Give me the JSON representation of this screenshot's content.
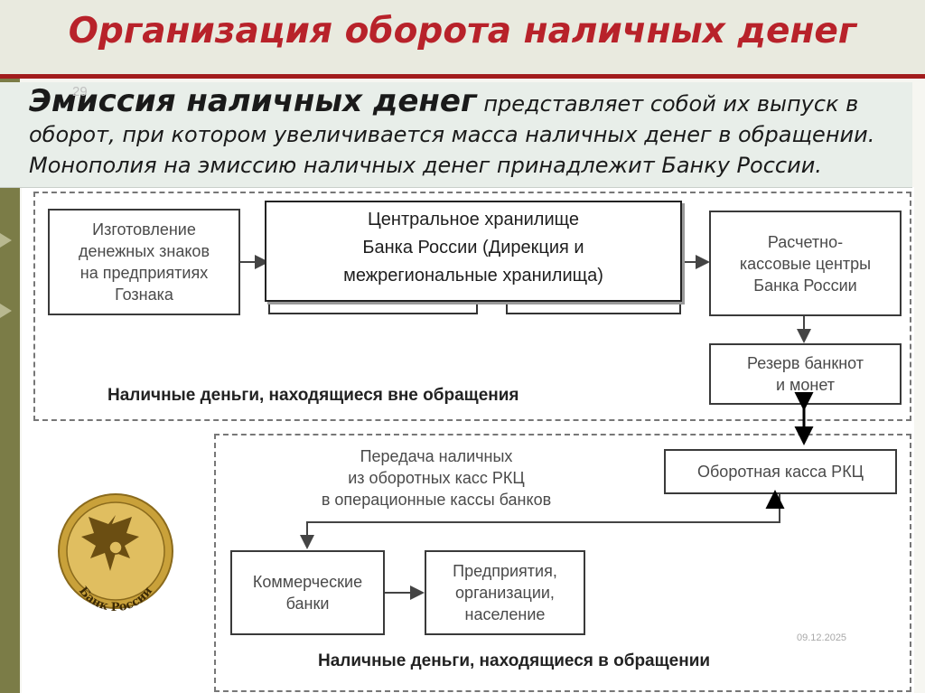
{
  "title": "Организация оборота наличных денег",
  "slide_number": "29",
  "definition": {
    "term": "Эмиссия наличных денег",
    "line1_rest": "представляет собой их выпуск в",
    "line2": "оборот, при котором увеличивается масса наличных денег в обращении.",
    "line3": "Монополия на эмиссию наличных денег принадлежит Банку России."
  },
  "diagram": {
    "central_storage": {
      "line1": "Центральное хранилище",
      "line2": "Банка России (Дирекция и",
      "line3": "межрегиональные хранилища)"
    },
    "production": [
      "Изготовление",
      "денежных знаков",
      "на предприятиях",
      "Гознака"
    ],
    "rkc": [
      "Расчетно-",
      "кассовые центры",
      "Банка России"
    ],
    "reserve": [
      "Резерв банкнот",
      "и монет"
    ],
    "outside_caption": "Наличные деньги, находящиеся вне обращения",
    "working_cash": "Оборотная касса РКЦ",
    "transfer": [
      "Передача наличных",
      "из оборотных касс РКЦ",
      "в операционные кассы банков"
    ],
    "commercial_banks": [
      "Коммерческие",
      "банки"
    ],
    "enterprises": [
      "Предприятия,",
      "организации,",
      "население"
    ],
    "inside_caption": "Наличные деньги, находящиеся в обращении"
  },
  "logo": {
    "text": "Банк России"
  },
  "date": "09.12.2025",
  "colors": {
    "title": "#b8222a",
    "accent_line": "#a21c1c",
    "strip": "#7b7c47",
    "gold": "#c9a13a"
  }
}
